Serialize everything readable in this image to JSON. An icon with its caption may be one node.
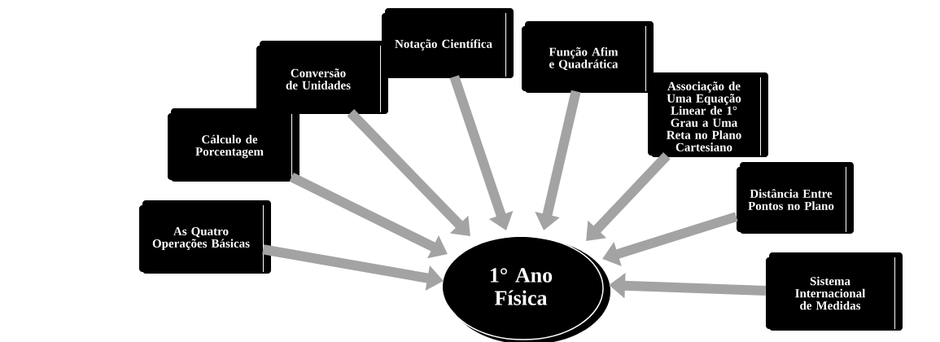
{
  "diagram": {
    "nodes": [
      {
        "text": [
          "1° Ano Física"
        ]
      },
      {
        "text": [
          "As Quatro Operações Básicas"
        ]
      },
      {
        "text": [
          "Cálculo de Porcentagem"
        ]
      },
      {
        "text": [
          "Conversão de Unidades"
        ]
      },
      {
        "text": [
          "Notação Científica"
        ]
      },
      {
        "text": [
          "Função Afim e Quadrática"
        ]
      },
      {
        "text": [
          "Associação de Uma Equação Linear de 1° Grau a Uma Reta no Plano Cartesiano"
        ]
      },
      {
        "text": [
          "Distância Entre Pontos no Plano"
        ]
      },
      {
        "text": [
          "Sistema Internacional de Medidas"
        ]
      }
    ],
    "edges": [
      {
        "from": 1,
        "to": 0,
        "arrow": "to"
      },
      {
        "from": 2,
        "to": 0,
        "arrow": "to"
      },
      {
        "from": 3,
        "to": 0,
        "arrow": "to"
      },
      {
        "from": 4,
        "to": 0,
        "arrow": "to"
      },
      {
        "from": 5,
        "to": 0,
        "arrow": "to"
      },
      {
        "from": 6,
        "to": 0,
        "arrow": "to"
      },
      {
        "from": 7,
        "to": 0,
        "arrow": "to"
      },
      {
        "from": 8,
        "to": 0,
        "arrow": "to"
      }
    ]
  }
}
